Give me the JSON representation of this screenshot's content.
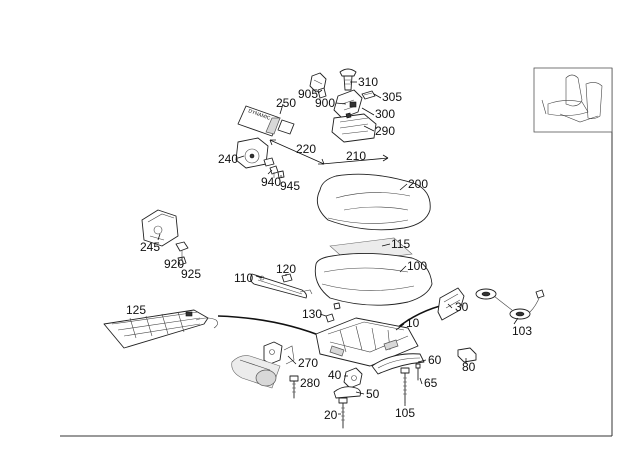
{
  "diagram": {
    "labels": [
      {
        "key": "l310",
        "text": "310"
      },
      {
        "key": "l905",
        "text": "905"
      },
      {
        "key": "l305",
        "text": "305"
      },
      {
        "key": "l250",
        "text": "250"
      },
      {
        "key": "l900",
        "text": "900"
      },
      {
        "key": "l300",
        "text": "300"
      },
      {
        "key": "l290",
        "text": "290"
      },
      {
        "key": "l220",
        "text": "220"
      },
      {
        "key": "l240",
        "text": "240"
      },
      {
        "key": "l210",
        "text": "210"
      },
      {
        "key": "l940",
        "text": "940"
      },
      {
        "key": "l945",
        "text": "945"
      },
      {
        "key": "l200",
        "text": "200"
      },
      {
        "key": "l245",
        "text": "245"
      },
      {
        "key": "l115",
        "text": "115"
      },
      {
        "key": "l920",
        "text": "920"
      },
      {
        "key": "l925",
        "text": "925"
      },
      {
        "key": "l100",
        "text": "100"
      },
      {
        "key": "l120",
        "text": "120"
      },
      {
        "key": "l110",
        "text": "110"
      },
      {
        "key": "l125",
        "text": "125"
      },
      {
        "key": "l130",
        "text": "130"
      },
      {
        "key": "l30",
        "text": "30"
      },
      {
        "key": "l10",
        "text": "10"
      },
      {
        "key": "l103",
        "text": "103"
      },
      {
        "key": "l270",
        "text": "270"
      },
      {
        "key": "l60",
        "text": "60"
      },
      {
        "key": "l80",
        "text": "80"
      },
      {
        "key": "l280",
        "text": "280"
      },
      {
        "key": "l40",
        "text": "40"
      },
      {
        "key": "l65",
        "text": "65"
      },
      {
        "key": "l50",
        "text": "50"
      },
      {
        "key": "l20",
        "text": "20"
      },
      {
        "key": "l105",
        "text": "105"
      }
    ],
    "badge_text": "DYNAMIC"
  }
}
